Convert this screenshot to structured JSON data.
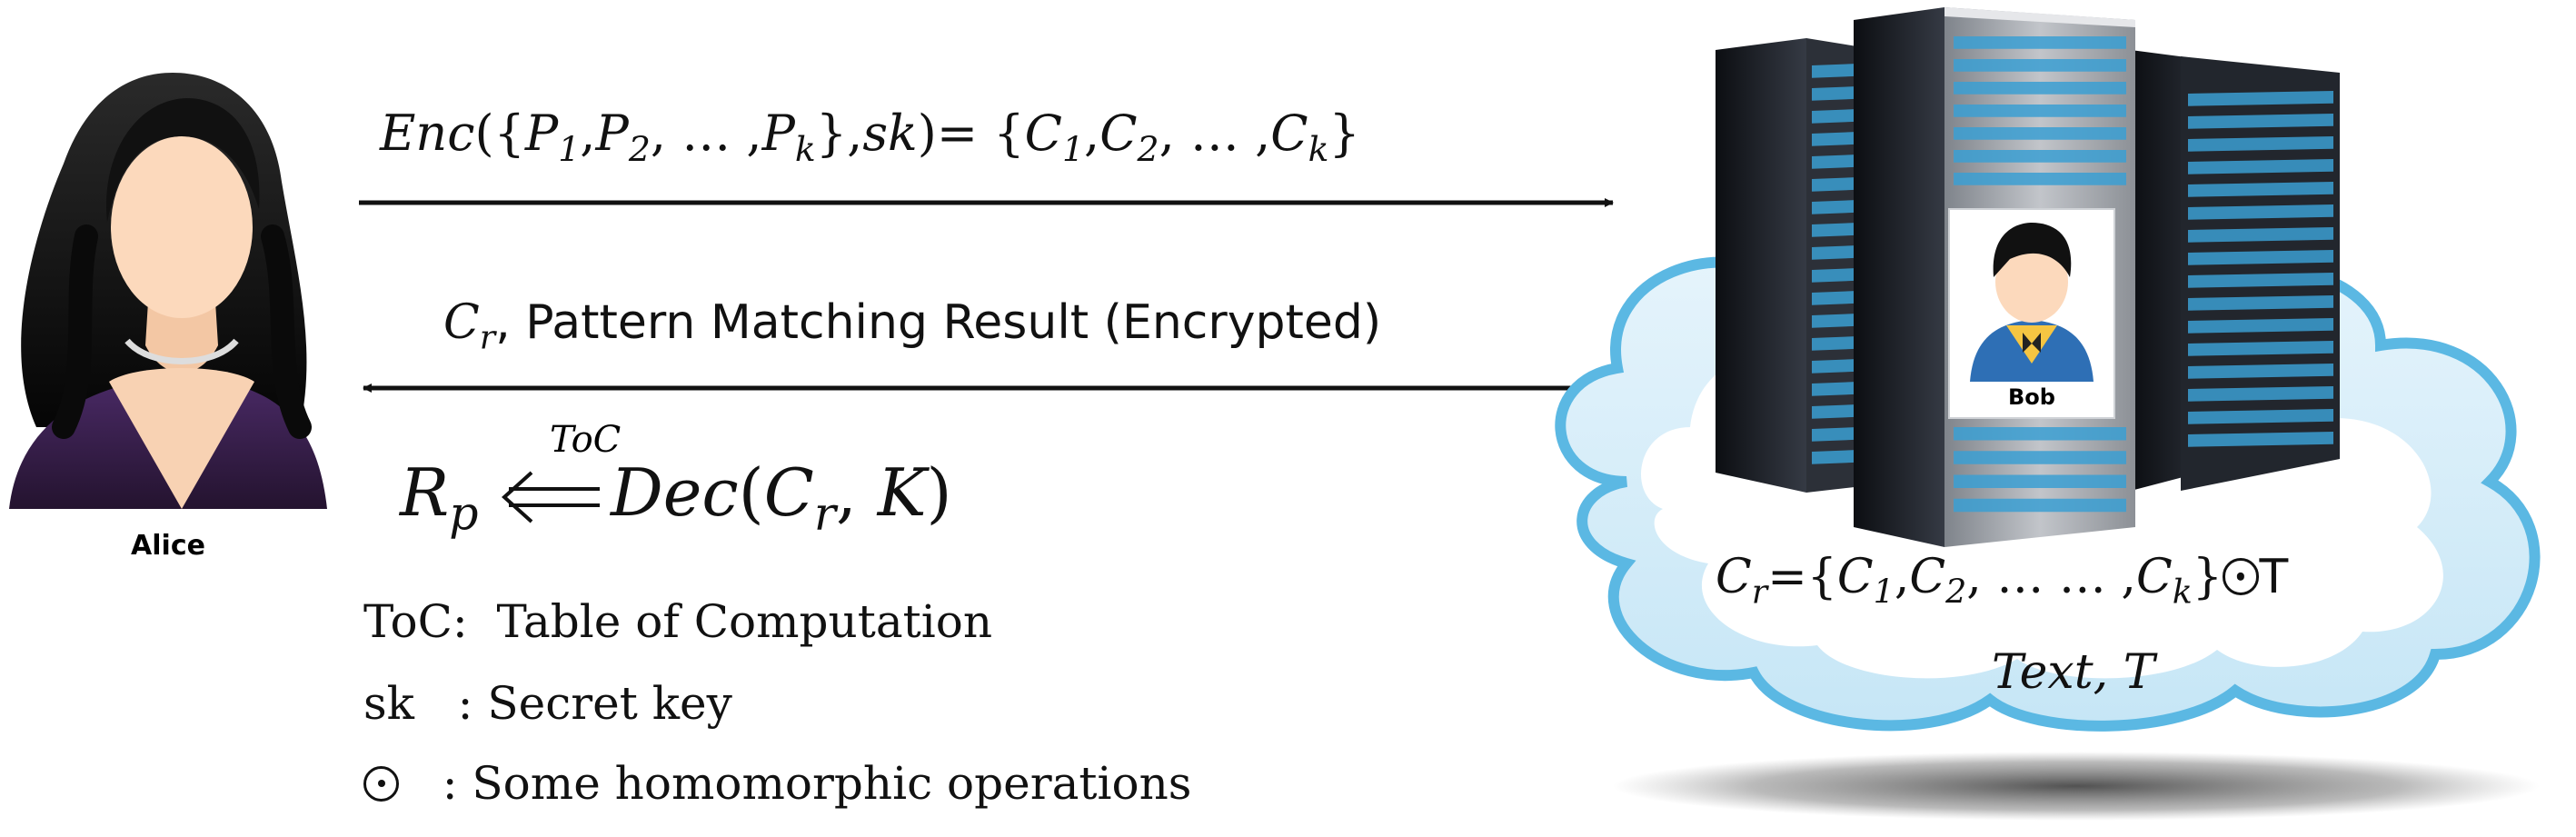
{
  "actors": {
    "alice": {
      "label": "Alice"
    },
    "bob": {
      "label": "Bob"
    }
  },
  "messages": {
    "encrypt": {
      "func": "Enc",
      "p1": "P",
      "p1_sub": "1",
      "p2": "P",
      "p2_sub": "2",
      "pk": "P",
      "pk_sub": "k",
      "key": "sk",
      "c1": "C",
      "c1_sub": "1",
      "c2": "C",
      "c2_sub": "2",
      "ck": "C",
      "ck_sub": "k",
      "ellipsis": "…"
    },
    "result": {
      "var": "C",
      "var_sub": "r",
      "label": "Pattern Matching Result (Encrypted)"
    }
  },
  "decryption": {
    "lhs": "R",
    "lhs_sub": "p",
    "over": "ToC",
    "func": "Dec",
    "arg1": "C",
    "arg1_sub": "r",
    "arg2": "K"
  },
  "server": {
    "lhs": "C",
    "lhs_sub": "r",
    "c1": "C",
    "c1_sub": "1",
    "c2": "C",
    "c2_sub": "2",
    "ck": "C",
    "ck_sub": "k",
    "ellipsis": "… …",
    "op": "T",
    "text_label": "Text, T"
  },
  "legend": [
    {
      "term": "ToC:",
      "desc": "Table of Computation"
    },
    {
      "term": "sk",
      "desc": ": Secret key"
    },
    {
      "term": "",
      "desc": ": Some homomorphic operations"
    }
  ],
  "colors": {
    "cloud_fill": "#ffffff",
    "cloud_outline": "#5bb8e3",
    "server_body": "#1b1f26",
    "server_front": "#a9acb1",
    "server_slot": "#3b9fd2",
    "hair": "#151515",
    "skin": "#fcd9bc",
    "dress": "#3b2152"
  }
}
